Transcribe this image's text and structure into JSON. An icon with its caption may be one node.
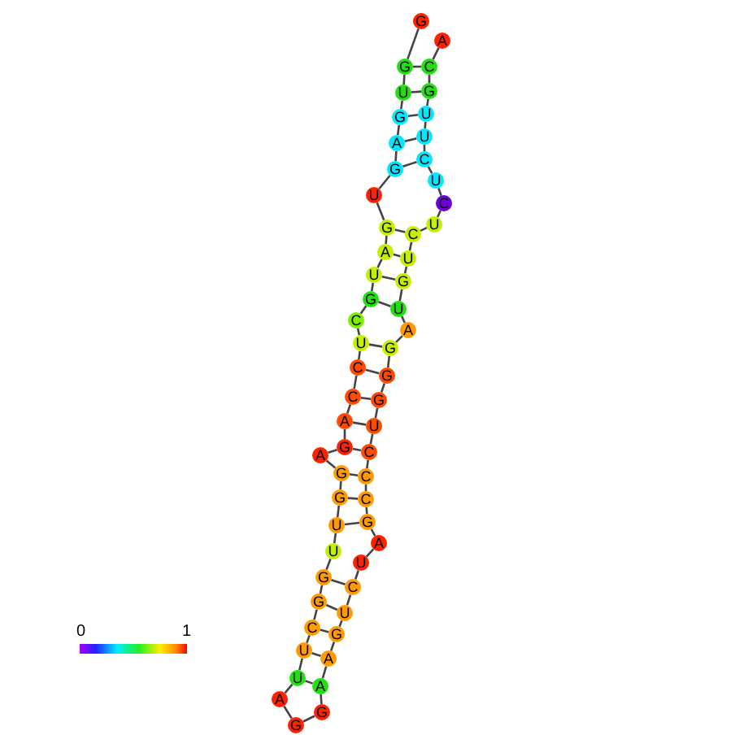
{
  "diagram": {
    "nodes": [
      {
        "text": [
          "G"
        ]
      },
      {
        "text": [
          "G"
        ]
      },
      {
        "text": [
          "U"
        ]
      },
      {
        "text": [
          "G"
        ]
      },
      {
        "text": [
          "A"
        ]
      },
      {
        "text": [
          "G"
        ]
      },
      {
        "text": [
          "U"
        ]
      },
      {
        "text": [
          "G"
        ]
      },
      {
        "text": [
          "A"
        ]
      },
      {
        "text": [
          "U"
        ]
      },
      {
        "text": [
          "G"
        ]
      },
      {
        "text": [
          "C"
        ]
      },
      {
        "text": [
          "U"
        ]
      },
      {
        "text": [
          "C"
        ]
      },
      {
        "text": [
          "C"
        ]
      },
      {
        "text": [
          "A"
        ]
      },
      {
        "text": [
          "G"
        ]
      },
      {
        "text": [
          "A"
        ]
      },
      {
        "text": [
          "G"
        ]
      },
      {
        "text": [
          "G"
        ]
      },
      {
        "text": [
          "U"
        ]
      },
      {
        "text": [
          "U"
        ]
      },
      {
        "text": [
          "G"
        ]
      },
      {
        "text": [
          "G"
        ]
      },
      {
        "text": [
          "C"
        ]
      },
      {
        "text": [
          "U"
        ]
      },
      {
        "text": [
          "U"
        ]
      },
      {
        "text": [
          "A"
        ]
      },
      {
        "text": [
          "G"
        ]
      },
      {
        "text": [
          "G"
        ]
      },
      {
        "text": [
          "A"
        ]
      },
      {
        "text": [
          "A"
        ]
      },
      {
        "text": [
          "G"
        ]
      },
      {
        "text": [
          "U"
        ]
      },
      {
        "text": [
          "C"
        ]
      },
      {
        "text": [
          "U"
        ]
      },
      {
        "text": [
          "A"
        ]
      },
      {
        "text": [
          "G"
        ]
      },
      {
        "text": [
          "C"
        ]
      },
      {
        "text": [
          "C"
        ]
      },
      {
        "text": [
          "C"
        ]
      },
      {
        "text": [
          "U"
        ]
      },
      {
        "text": [
          "G"
        ]
      },
      {
        "text": [
          "G"
        ]
      },
      {
        "text": [
          "G"
        ]
      },
      {
        "text": [
          "A"
        ]
      },
      {
        "text": [
          "U"
        ]
      },
      {
        "text": [
          "G"
        ]
      },
      {
        "text": [
          "U"
        ]
      },
      {
        "text": [
          "C"
        ]
      },
      {
        "text": [
          "U"
        ]
      },
      {
        "text": [
          "C"
        ]
      },
      {
        "text": [
          "U"
        ]
      },
      {
        "text": [
          "C"
        ]
      },
      {
        "text": [
          "U"
        ]
      },
      {
        "text": [
          "U"
        ]
      },
      {
        "text": [
          "G"
        ]
      },
      {
        "text": [
          "C"
        ]
      },
      {
        "text": [
          "A"
        ]
      }
    ],
    "edges": [
      {
        "from": 0,
        "to": 1,
        "arrow": "none"
      },
      {
        "from": 1,
        "to": 2,
        "arrow": "none"
      },
      {
        "from": 2,
        "to": 3,
        "arrow": "none"
      },
      {
        "from": 3,
        "to": 4,
        "arrow": "none"
      },
      {
        "from": 4,
        "to": 5,
        "arrow": "none"
      },
      {
        "from": 5,
        "to": 6,
        "arrow": "none"
      },
      {
        "from": 6,
        "to": 7,
        "arrow": "none"
      },
      {
        "from": 7,
        "to": 8,
        "arrow": "none"
      },
      {
        "from": 8,
        "to": 9,
        "arrow": "none"
      },
      {
        "from": 9,
        "to": 10,
        "arrow": "none"
      },
      {
        "from": 10,
        "to": 11,
        "arrow": "none"
      },
      {
        "from": 11,
        "to": 12,
        "arrow": "none"
      },
      {
        "from": 12,
        "to": 13,
        "arrow": "none"
      },
      {
        "from": 13,
        "to": 14,
        "arrow": "none"
      },
      {
        "from": 14,
        "to": 15,
        "arrow": "none"
      },
      {
        "from": 15,
        "to": 16,
        "arrow": "none"
      },
      {
        "from": 16,
        "to": 17,
        "arrow": "none"
      },
      {
        "from": 17,
        "to": 18,
        "arrow": "none"
      },
      {
        "from": 18,
        "to": 19,
        "arrow": "none"
      },
      {
        "from": 19,
        "to": 20,
        "arrow": "none"
      },
      {
        "from": 20,
        "to": 21,
        "arrow": "none"
      },
      {
        "from": 21,
        "to": 22,
        "arrow": "none"
      },
      {
        "from": 22,
        "to": 23,
        "arrow": "none"
      },
      {
        "from": 23,
        "to": 24,
        "arrow": "none"
      },
      {
        "from": 24,
        "to": 25,
        "arrow": "none"
      },
      {
        "from": 25,
        "to": 26,
        "arrow": "none"
      },
      {
        "from": 26,
        "to": 27,
        "arrow": "none"
      },
      {
        "from": 27,
        "to": 28,
        "arrow": "none"
      },
      {
        "from": 28,
        "to": 29,
        "arrow": "none"
      },
      {
        "from": 29,
        "to": 30,
        "arrow": "none"
      },
      {
        "from": 30,
        "to": 31,
        "arrow": "none"
      },
      {
        "from": 31,
        "to": 32,
        "arrow": "none"
      },
      {
        "from": 32,
        "to": 33,
        "arrow": "none"
      },
      {
        "from": 33,
        "to": 34,
        "arrow": "none"
      },
      {
        "from": 34,
        "to": 35,
        "arrow": "none"
      },
      {
        "from": 35,
        "to": 36,
        "arrow": "none"
      },
      {
        "from": 36,
        "to": 37,
        "arrow": "none"
      },
      {
        "from": 37,
        "to": 38,
        "arrow": "none"
      },
      {
        "from": 38,
        "to": 39,
        "arrow": "none"
      },
      {
        "from": 39,
        "to": 40,
        "arrow": "none"
      },
      {
        "from": 40,
        "to": 41,
        "arrow": "none"
      },
      {
        "from": 41,
        "to": 42,
        "arrow": "none"
      },
      {
        "from": 42,
        "to": 43,
        "arrow": "none"
      },
      {
        "from": 43,
        "to": 44,
        "arrow": "none"
      },
      {
        "from": 44,
        "to": 45,
        "arrow": "none"
      },
      {
        "from": 45,
        "to": 46,
        "arrow": "none"
      },
      {
        "from": 46,
        "to": 47,
        "arrow": "none"
      },
      {
        "from": 47,
        "to": 48,
        "arrow": "none"
      },
      {
        "from": 48,
        "to": 49,
        "arrow": "none"
      },
      {
        "from": 49,
        "to": 50,
        "arrow": "none"
      },
      {
        "from": 50,
        "to": 51,
        "arrow": "none"
      },
      {
        "from": 51,
        "to": 52,
        "arrow": "none"
      },
      {
        "from": 52,
        "to": 53,
        "arrow": "none"
      },
      {
        "from": 53,
        "to": 54,
        "arrow": "none"
      },
      {
        "from": 54,
        "to": 55,
        "arrow": "none"
      },
      {
        "from": 55,
        "to": 56,
        "arrow": "none"
      },
      {
        "from": 56,
        "to": 57,
        "arrow": "none"
      },
      {
        "from": 57,
        "to": 58,
        "arrow": "none"
      },
      {
        "from": 1,
        "to": 57,
        "arrow": "none"
      },
      {
        "from": 2,
        "to": 56,
        "arrow": "none"
      },
      {
        "from": 3,
        "to": 55,
        "arrow": "none"
      },
      {
        "from": 4,
        "to": 54,
        "arrow": "none"
      },
      {
        "from": 5,
        "to": 53,
        "arrow": "none"
      },
      {
        "from": 7,
        "to": 49,
        "arrow": "none"
      },
      {
        "from": 8,
        "to": 48,
        "arrow": "none"
      },
      {
        "from": 9,
        "to": 47,
        "arrow": "none"
      },
      {
        "from": 10,
        "to": 46,
        "arrow": "none"
      },
      {
        "from": 12,
        "to": 44,
        "arrow": "none"
      },
      {
        "from": 13,
        "to": 43,
        "arrow": "none"
      },
      {
        "from": 14,
        "to": 42,
        "arrow": "none"
      },
      {
        "from": 15,
        "to": 41,
        "arrow": "none"
      },
      {
        "from": 16,
        "to": 40,
        "arrow": "none"
      },
      {
        "from": 18,
        "to": 39,
        "arrow": "none"
      },
      {
        "from": 19,
        "to": 38,
        "arrow": "none"
      },
      {
        "from": 20,
        "to": 37,
        "arrow": "none"
      },
      {
        "from": 22,
        "to": 34,
        "arrow": "none"
      },
      {
        "from": 23,
        "to": 33,
        "arrow": "none"
      },
      {
        "from": 24,
        "to": 32,
        "arrow": "none"
      },
      {
        "from": 25,
        "to": 31,
        "arrow": "none"
      },
      {
        "from": 26,
        "to": 30,
        "arrow": "none"
      }
    ],
    "labels": [
      "0",
      "1"
    ]
  }
}
